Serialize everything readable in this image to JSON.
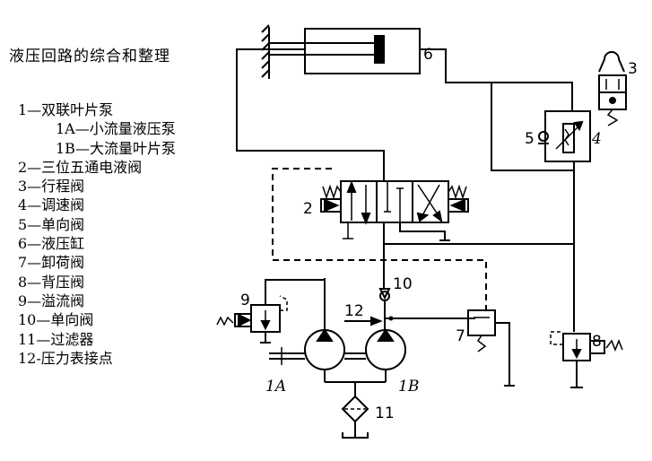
{
  "title": "液压回路的综合和整理",
  "legend": [
    {
      "text": "1—双联叶片泵",
      "sub": false
    },
    {
      "text": "1A—小流量液压泵",
      "sub": true
    },
    {
      "text": "1B—大流量叶片泵",
      "sub": true
    },
    {
      "text": "2—三位五通电液阀",
      "sub": false
    },
    {
      "text": "3—行程阀",
      "sub": false
    },
    {
      "text": "4—调速阀",
      "sub": false
    },
    {
      "text": "5—单向阀",
      "sub": false
    },
    {
      "text": "6—液压缸",
      "sub": false
    },
    {
      "text": "7—卸荷阀",
      "sub": false
    },
    {
      "text": "8—背压阀",
      "sub": false
    },
    {
      "text": "9—溢流阀",
      "sub": false
    },
    {
      "text": "10—单向阀",
      "sub": false
    },
    {
      "text": "11—过滤器",
      "sub": false
    },
    {
      "text": "12-压力表接点",
      "sub": false
    }
  ],
  "labels": {
    "n1a": "1A",
    "n1b": "1B",
    "n2": "2",
    "n3": "3",
    "n4": "4",
    "n5": "5",
    "n6": "6",
    "n7": "7",
    "n8": "8",
    "n9": "9",
    "n10": "10",
    "n11": "11",
    "n12": "12"
  }
}
